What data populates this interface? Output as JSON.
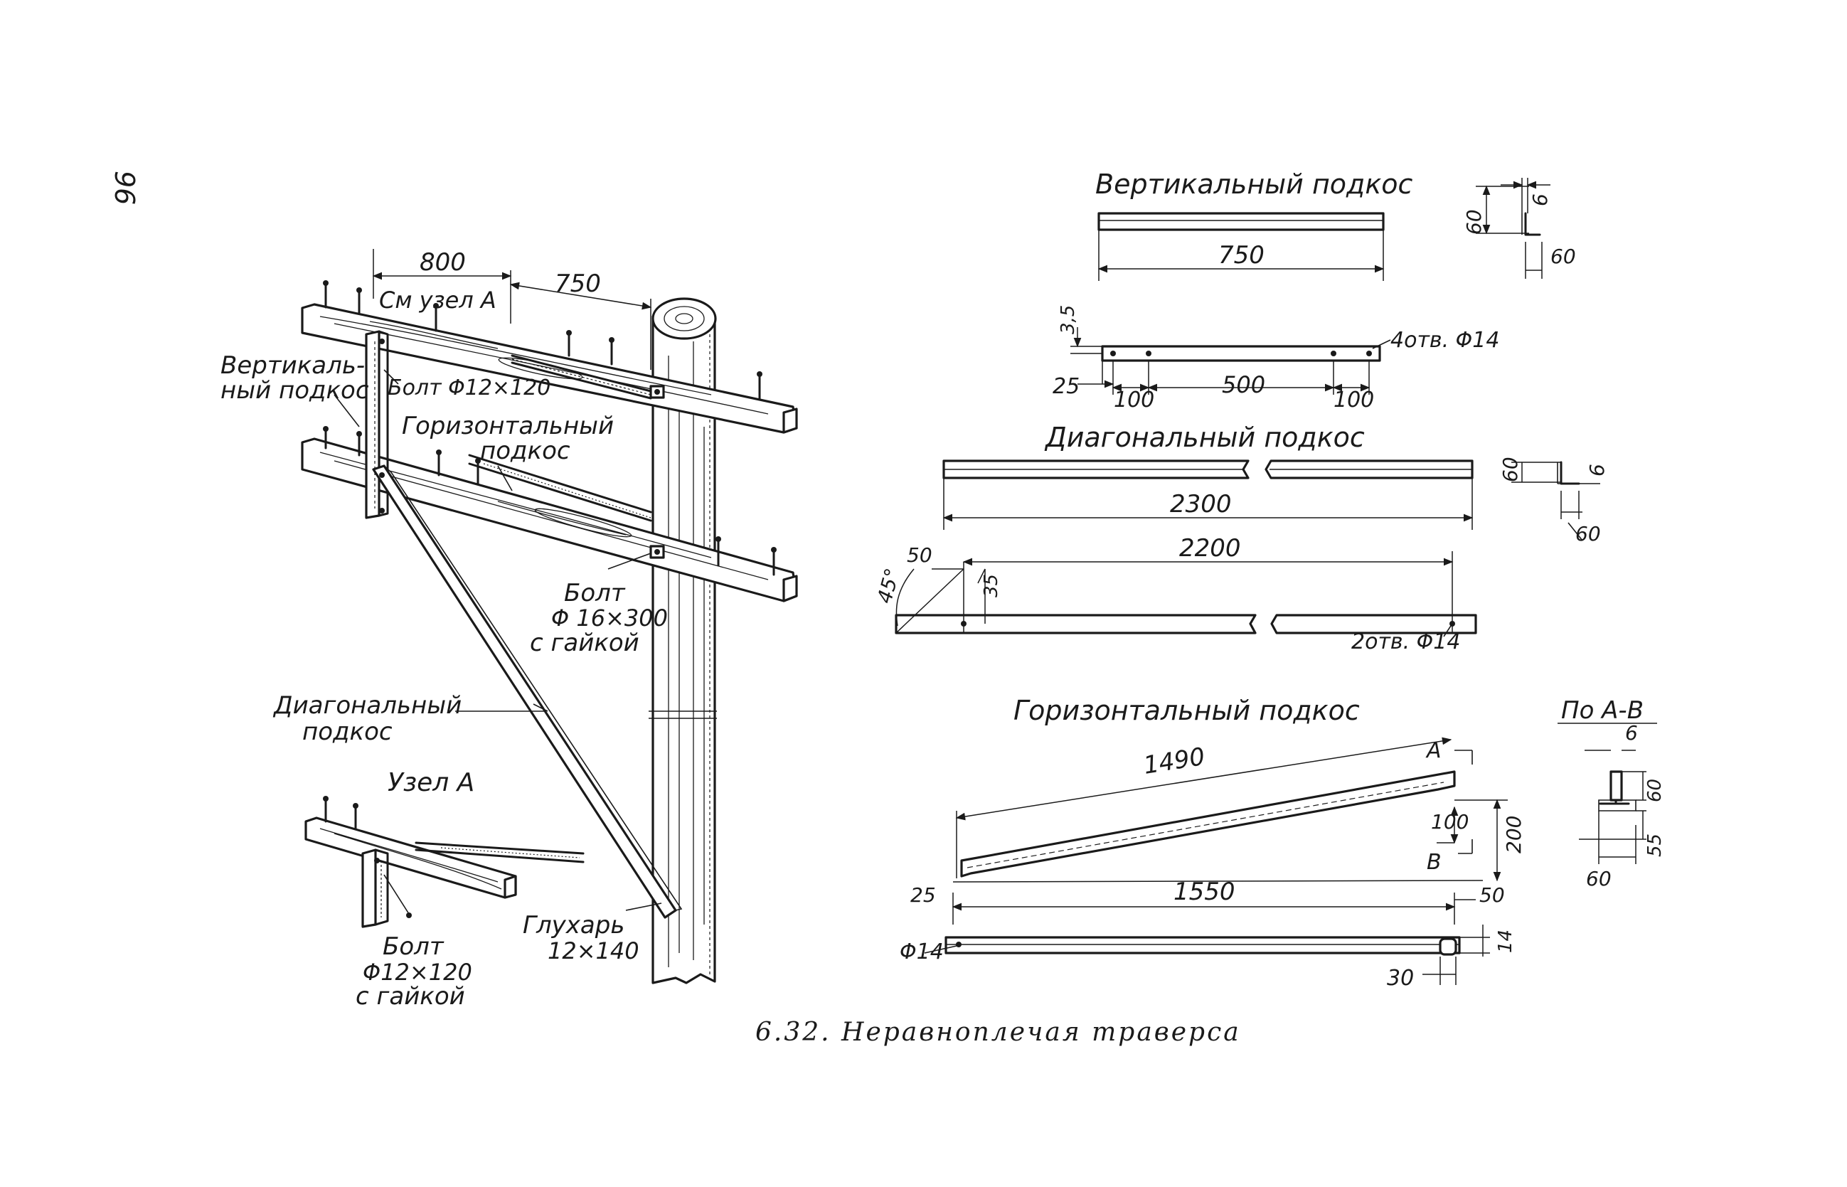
{
  "page_number": "96",
  "caption": "6.32. Неравноплечая траверса",
  "iso": {
    "dims": {
      "d800": "800",
      "d750": "750"
    },
    "see_node": "См узел А",
    "vertical_brace": [
      "Вертикаль-",
      "ный подкос"
    ],
    "bolt_top": "Болт Φ12×120",
    "horizontal_brace": [
      "Горизонтальный",
      "подкос"
    ],
    "bolt_mid": [
      "Болт",
      "Φ 16×300",
      "с гайкой"
    ],
    "diagonal_brace": [
      "Диагональный",
      "подкос"
    ],
    "glukhar": [
      "Глухарь",
      "12×140"
    ],
    "node_title": "Узел А",
    "node_bolt": [
      "Болт",
      "Φ12×120",
      "с гайкой"
    ]
  },
  "vertical": {
    "title": "Вертикальный подкос",
    "length": "750",
    "section": {
      "h": "60",
      "w": "60",
      "t": "6"
    },
    "holes_label": "4отв. Φ14",
    "offset_v": "3,5",
    "offset_h": "25",
    "spacing": [
      "100",
      "500",
      "100"
    ]
  },
  "diagonal": {
    "title": "Диагональный подкос",
    "length": "2300",
    "section": {
      "h": "60",
      "w": "60",
      "t": "6"
    },
    "inner_length": "2200",
    "angle": "45°",
    "d50": "50",
    "d35": "35",
    "holes_label": "2отв. Φ14"
  },
  "horizontal": {
    "title": "Горизонтальный подкос",
    "length": "1490",
    "mark_a": "А",
    "mark_b": "В",
    "d100": "100",
    "d200": "200",
    "d25": "25",
    "bottom_length": "1550",
    "d50": "50",
    "hole": "Φ14",
    "d14": "14",
    "d30": "30"
  },
  "section_ab": {
    "title": "По А-В",
    "t": "6",
    "h": "60",
    "d55": "55",
    "w": "60"
  }
}
